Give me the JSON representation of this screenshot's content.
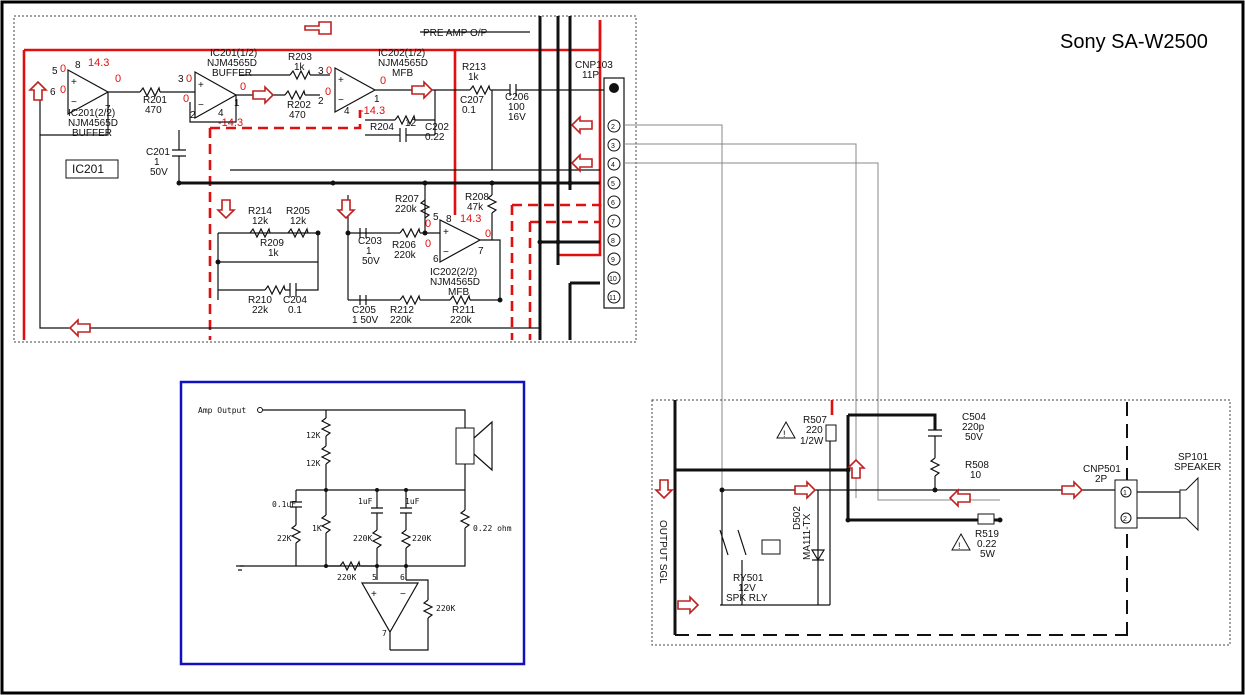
{
  "title": "Sony SA-W2500",
  "main": {
    "pre_amp": "PRE AMP O/P",
    "ic201_box": "IC201",
    "ic201_1": [
      "IC201(1/2)",
      "NJM4565D",
      "BUFFER"
    ],
    "ic201_2": [
      "IC201(2/2)",
      "NJM4565D",
      "BUFFER"
    ],
    "ic202_1": [
      "IC202(1/2)",
      "NJM4565D",
      "MFB"
    ],
    "ic202_2": [
      "IC202(2/2)",
      "NJM4565D",
      "MFB"
    ],
    "v_pos": "14.3",
    "v_neg": "-14.3",
    "v_neg2": "-14.3",
    "v_pos2": "14.3",
    "v_pos3": "14.3",
    "pins": {
      "p5": "5",
      "p6": "6",
      "p7": "7",
      "p8": "8",
      "p3": "3",
      "p2": "2",
      "p4": "4",
      "p1": "1",
      "p3b": "3",
      "p2b": "2",
      "p4b": "4",
      "p1b": "1",
      "p5b": "5",
      "p6b": "6",
      "p7b": "7",
      "p8b": "8",
      "p8c": "8",
      "z1": "0",
      "z2": "0",
      "z3": "0",
      "z4": "0",
      "z5": "0",
      "z6": "0",
      "z7": "0",
      "z8": "0",
      "z9": "0",
      "z10": "0",
      "z11": "0"
    },
    "r201": [
      "R201",
      "470"
    ],
    "r202": [
      "R202",
      "470"
    ],
    "r203": [
      "R203",
      "1k"
    ],
    "r204": [
      "R204"
    ],
    "r213": [
      "R213",
      "1k"
    ],
    "c207": [
      "C207",
      "0.1"
    ],
    "c206": [
      "C206",
      "100",
      "16V"
    ],
    "c202": [
      "C202",
      "0.22"
    ],
    "c201": [
      "C201",
      "1",
      "50V"
    ],
    "r214": [
      "R214",
      "12k"
    ],
    "r205": [
      "R205",
      "12k"
    ],
    "r209": [
      "R209",
      "1k"
    ],
    "r207": [
      "R207",
      "220k"
    ],
    "r208": [
      "R208",
      "47k"
    ],
    "c203": [
      "C203",
      "1",
      "50V"
    ],
    "r206": [
      "R206",
      "220k"
    ],
    "r210": [
      "R210",
      "22k"
    ],
    "c204": [
      "C204",
      "0.1"
    ],
    "c205": [
      "C205",
      "1 50V"
    ],
    "r212": [
      "R212",
      "220k"
    ],
    "r211": [
      "R211",
      "220k"
    ],
    "cnp103": [
      "CNP103",
      "11P"
    ],
    "cnp_pins": [
      "2",
      "3",
      "4",
      "5",
      "6",
      "7",
      "8",
      "9",
      "10",
      "11"
    ],
    "pin12": "12"
  },
  "inset": {
    "amp_output": "Amp Output",
    "r12k_a": "12K",
    "r12k_b": "12K",
    "c01": "0.1uF",
    "c1a": "1uF",
    "c1b": "1uF",
    "r22k": "22K",
    "r1k": "1K",
    "r220k_a": "220K",
    "r220k_b": "220K",
    "r220k_c": "220K",
    "r220k_d": "220K",
    "r022": "0.22 ohm",
    "pin5": "5",
    "pin6": "6",
    "pin7": "7"
  },
  "speaker": {
    "r507": [
      "R507",
      "220",
      "1/2W"
    ],
    "c504": [
      "C504",
      "220p",
      "50V"
    ],
    "r508": [
      "R508",
      "10"
    ],
    "cnp501": [
      "CNP501",
      "2P"
    ],
    "sp101": [
      "SP101",
      "SPEAKER"
    ],
    "r519": [
      "R519",
      "0.22",
      "5W"
    ],
    "d502": [
      "D502",
      "MA111-TX"
    ],
    "ry501": [
      "RY501",
      "12V",
      "SPK RLY"
    ],
    "output_sgl": "OUTPUT SGL",
    "cnp501_pins": [
      "1",
      "2"
    ]
  },
  "colors": {
    "signal_red": "#e01010",
    "inset_border": "#1010c0",
    "arrow": "#c02020"
  }
}
